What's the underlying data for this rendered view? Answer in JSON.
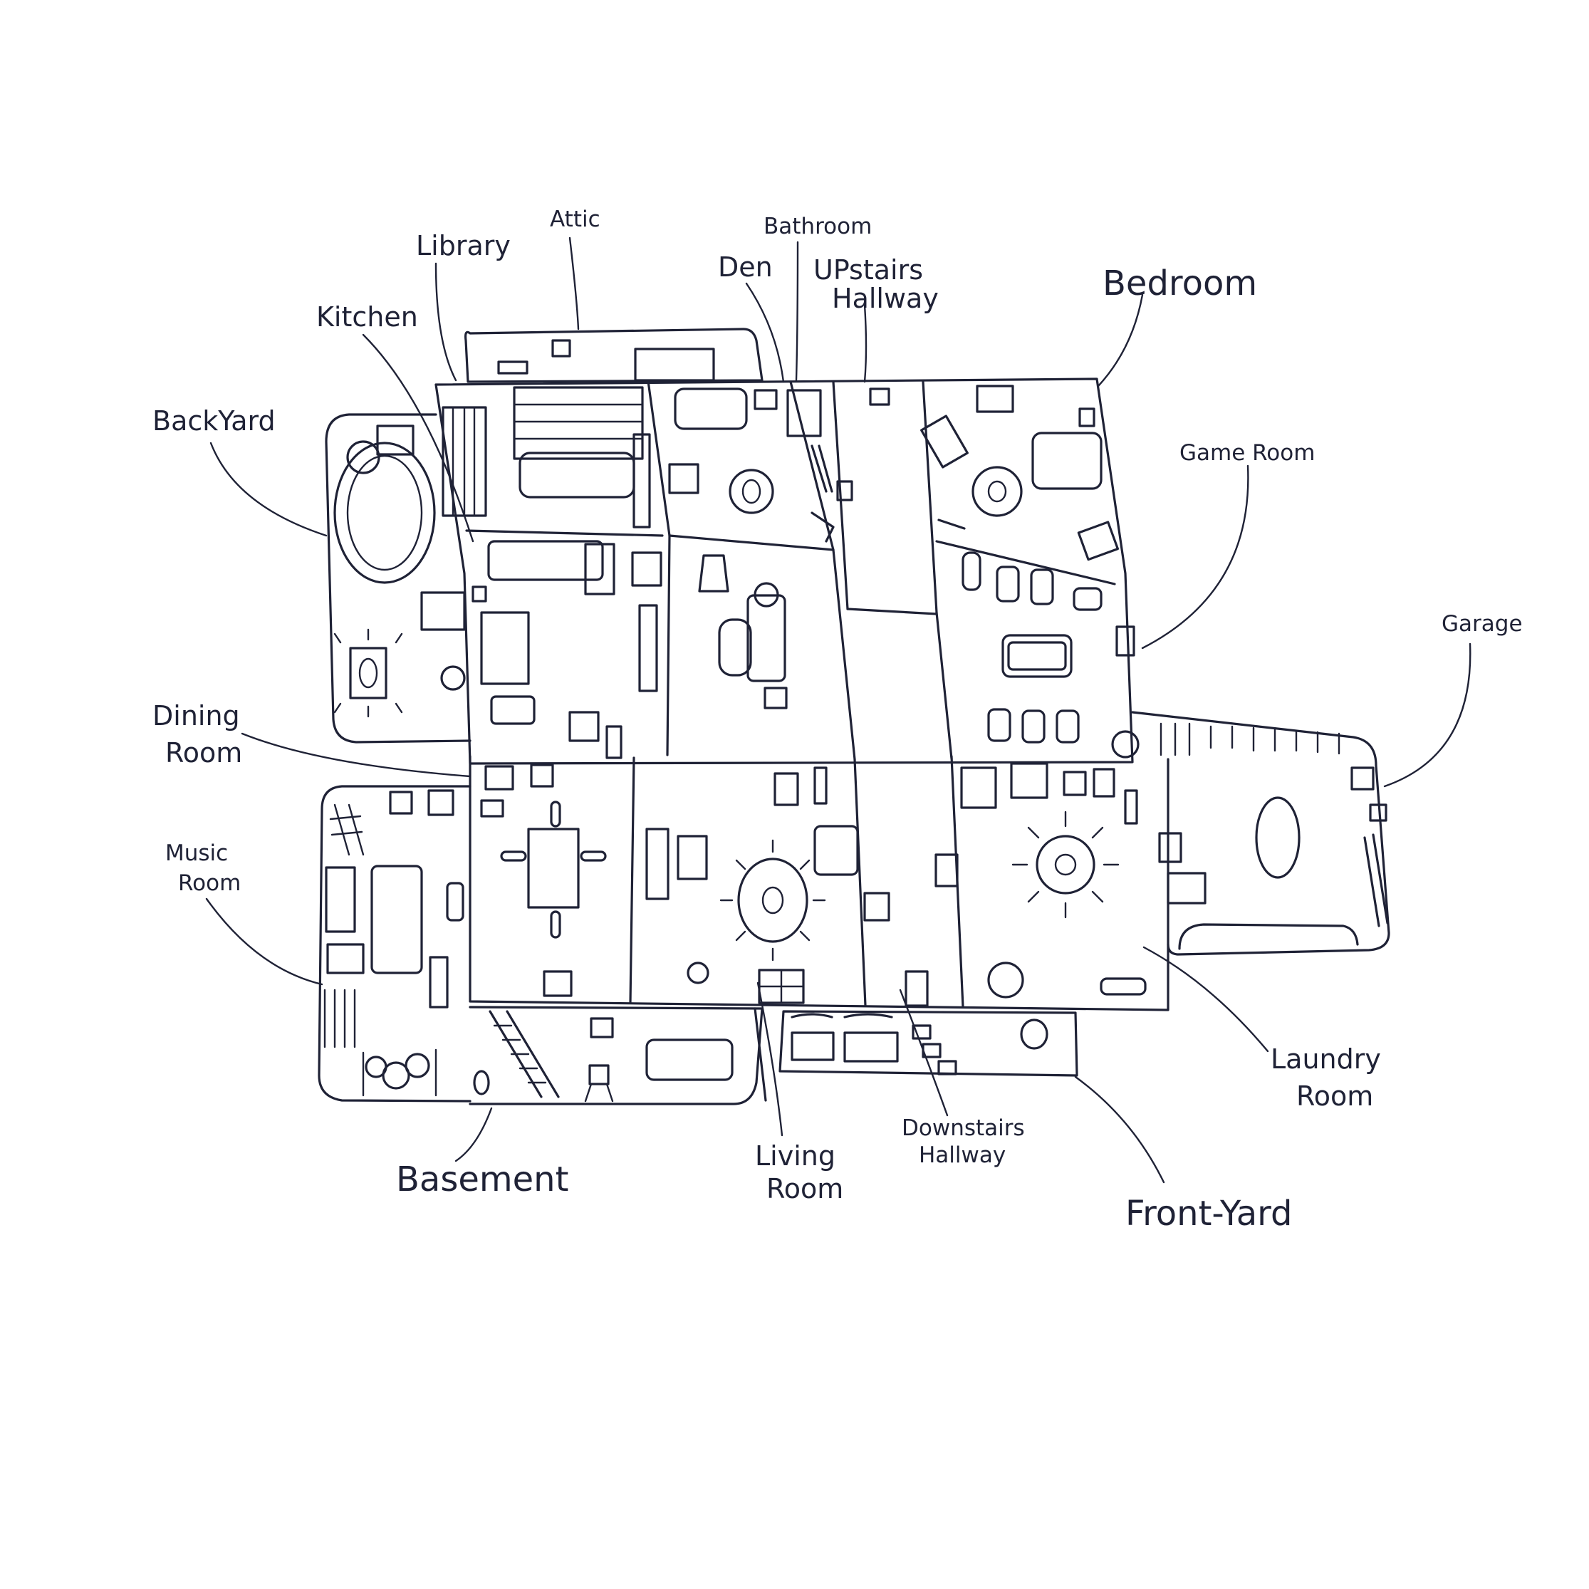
{
  "rooms": {
    "attic": "Attic",
    "library": "Library",
    "bathroom": "Bathroom",
    "den": "Den",
    "upstairs_hallway_1": "UPstairs",
    "upstairs_hallway_2": "Hallway",
    "bedroom": "Bedroom",
    "kitchen": "Kitchen",
    "backyard": "BackYard",
    "game_room": "Game Room",
    "garage": "Garage",
    "dining_room_1": "Dining",
    "dining_room_2": "Room",
    "music_room_1": "Music",
    "music_room_2": "Room",
    "laundry_room_1": "Laundry",
    "laundry_room_2": "Room",
    "basement": "Basement",
    "living_room_1": "Living",
    "living_room_2": "Room",
    "downstairs_hallway_1": "Downstairs",
    "downstairs_hallway_2": "Hallway",
    "front_yard": "Front-Yard"
  }
}
